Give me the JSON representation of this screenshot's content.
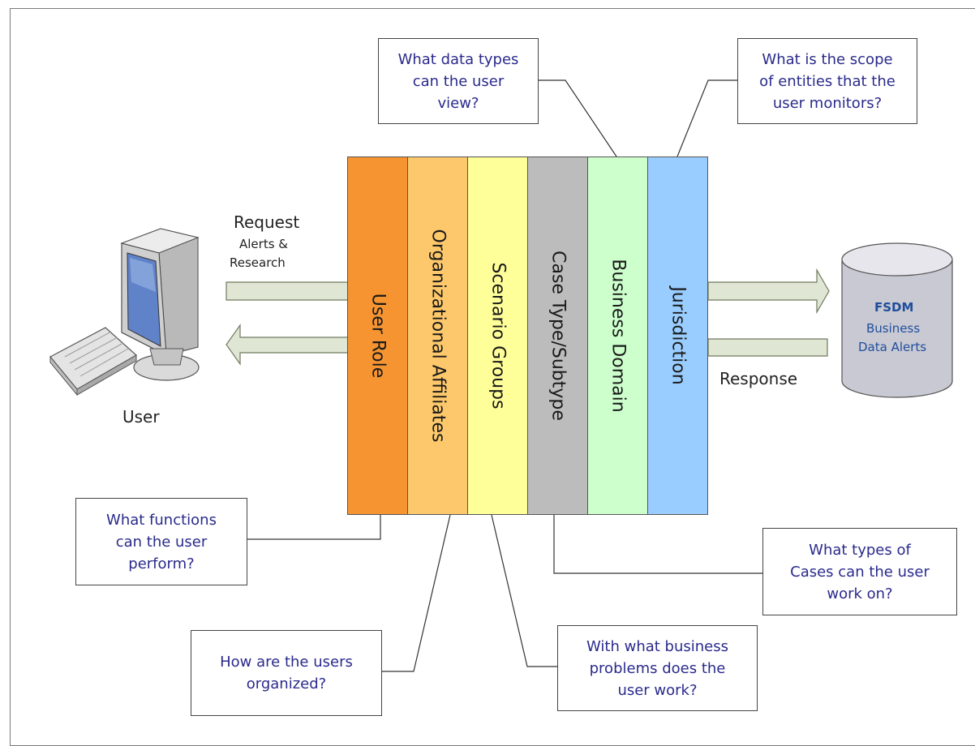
{
  "bands": [
    {
      "label": "User Role",
      "color": "#f59431"
    },
    {
      "label": "Organizational Affiliates",
      "color": "#fdc86b"
    },
    {
      "label": "Scenario Groups",
      "color": "#ffff99"
    },
    {
      "label": "Case Type/Subtype",
      "color": "#bcbcbc"
    },
    {
      "label": "Business Domain",
      "color": "#ccffcc"
    },
    {
      "label": "Jurisdiction",
      "color": "#99ccff"
    }
  ],
  "callouts": {
    "data_types": [
      "What data types",
      "can the user",
      "view?"
    ],
    "scope": [
      "What is the scope",
      "of entities that the",
      "user monitors?"
    ],
    "functions": [
      "What functions",
      "can the user",
      "perform?"
    ],
    "case_types": [
      "What types of",
      "Cases can the user",
      "work on?"
    ],
    "organized": [
      "How are the users",
      "organized?"
    ],
    "business_problems": [
      "With what business",
      "problems does the",
      "user work?"
    ]
  },
  "request": {
    "title": "Request",
    "line1": "Alerts &",
    "line2": "Research"
  },
  "response_label": "Response",
  "user_label": "User",
  "database": {
    "title": "FSDM",
    "line1": "Business",
    "line2": "Data Alerts"
  },
  "colors": {
    "callout_text": "#2a2a8c",
    "db_title": "#1f4e9c",
    "arrow_fill": "#dfe6d3"
  }
}
